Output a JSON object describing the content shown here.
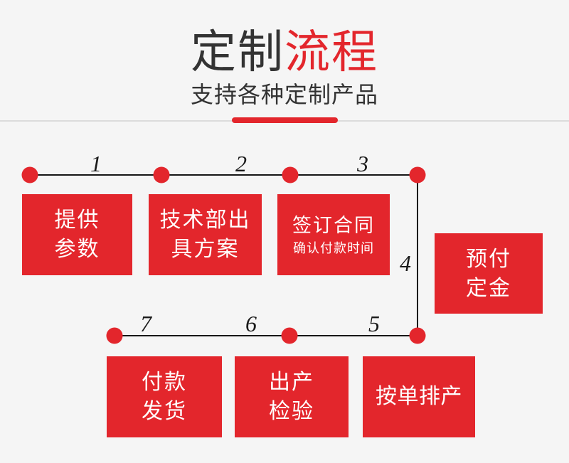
{
  "header": {
    "title_dark": "定制",
    "title_red": "流程",
    "subtitle": "支持各种定制产品"
  },
  "colors": {
    "accent_red": "#e3262c",
    "text_dark": "#333333",
    "line_black": "#161616",
    "divider_gray": "#dcdcdc",
    "background": "#f5f5f5",
    "box_text": "#ffffff"
  },
  "flow": {
    "steps": [
      {
        "label": "1"
      },
      {
        "label": "2"
      },
      {
        "label": "3"
      },
      {
        "label": "4"
      },
      {
        "label": "5"
      },
      {
        "label": "6"
      },
      {
        "label": "7"
      }
    ],
    "boxes": [
      {
        "name": "provide-parameters",
        "lines": [
          "提供",
          "参数"
        ]
      },
      {
        "name": "technical-dept-plan",
        "lines": [
          "技术部出",
          "具方案"
        ]
      },
      {
        "name": "sign-contract",
        "title": "签订合同",
        "subtitle": "确认付款时间"
      },
      {
        "name": "prepay-deposit",
        "lines": [
          "预付",
          "定金"
        ]
      },
      {
        "name": "schedule-production-by-order",
        "lines": [
          "按单排产"
        ]
      },
      {
        "name": "production-inspection",
        "lines": [
          "出产",
          "检验"
        ]
      },
      {
        "name": "payment-and-shipping",
        "lines": [
          "付款",
          "发货"
        ]
      }
    ]
  }
}
